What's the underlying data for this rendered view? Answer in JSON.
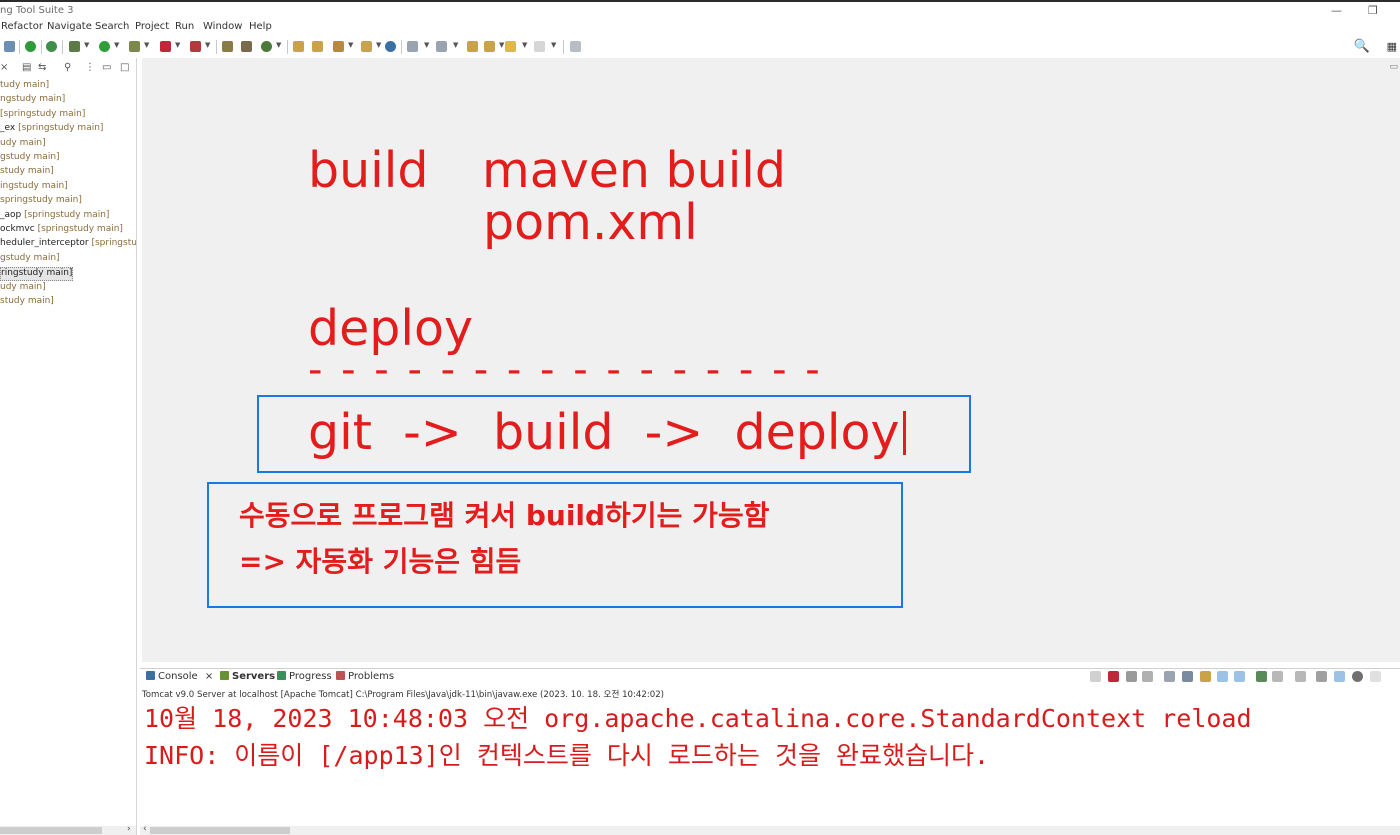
{
  "window": {
    "title": "ng Tool Suite 3",
    "minimize_glyph": "—",
    "restore_glyph": "❐"
  },
  "menu": [
    "Refactor",
    "Navigate",
    "Search",
    "Project",
    "Run",
    "Window",
    "Help"
  ],
  "toolbar": {
    "search_glyph": "🔍",
    "perspective_glyph": "▦"
  },
  "explorer": {
    "close_glyph": "×",
    "items": [
      {
        "name": "",
        "meta": "tudy main]"
      },
      {
        "name": "",
        "meta": "ngstudy main]"
      },
      {
        "name": "",
        "meta": " [springstudy main]"
      },
      {
        "name": "_ex",
        "meta": " [springstudy main]"
      },
      {
        "name": "",
        "meta": "udy main]"
      },
      {
        "name": "",
        "meta": "gstudy main]"
      },
      {
        "name": "",
        "meta": "study main]"
      },
      {
        "name": "",
        "meta": "ingstudy main]"
      },
      {
        "name": "",
        "meta": "springstudy main]"
      },
      {
        "name": "_aop",
        "meta": " [springstudy main]"
      },
      {
        "name": "ockmvc",
        "meta": " [springstudy main]"
      },
      {
        "name": "heduler_interceptor",
        "meta": " [springstudy"
      },
      {
        "name": "",
        "meta": "gstudy main]"
      },
      {
        "name": "ringstudy main]",
        "meta": ""
      },
      {
        "name": "",
        "meta": "udy main]"
      },
      {
        "name": "",
        "meta": "study main]"
      }
    ],
    "selected_index": 13
  },
  "board": {
    "line1_a": "build",
    "line1_b": "maven build",
    "line2": "pom.xml",
    "line3": "deploy",
    "dashes": "- - - - - - - - - - - - - - - -",
    "pipeline": "git  ->  build  ->  deploy",
    "note_line1": "수동으로 프로그램 켜서 build하기는 가능함",
    "note_line2": "=> 자동화 기능은 힘듬",
    "color_red": "#e31c1c",
    "color_blue": "#1a78e6"
  },
  "console": {
    "tabs": [
      {
        "label": "Console",
        "close": "×",
        "active": false,
        "icon_color": "#3a6ea5"
      },
      {
        "label": "Servers",
        "active": true,
        "icon_color": "#6a8f3a"
      },
      {
        "label": "Progress",
        "active": false,
        "icon_color": "#3a8f5a"
      },
      {
        "label": "Problems",
        "active": false,
        "icon_color": "#b55"
      }
    ],
    "description": "Tomcat v9.0 Server at localhost [Apache Tomcat] C:\\Program Files\\Java\\jdk-11\\bin\\javaw.exe  (2023. 10. 18. 오전 10:42:02)",
    "lines": [
      "10월 18, 2023 10:48:03 오전 org.apache.catalina.core.StandardContext reload",
      "INFO: 이름이 [/app13]인 컨텍스트를 다시 로드하는 것을 완료했습니다."
    ],
    "text_color": "#d81c1c"
  }
}
